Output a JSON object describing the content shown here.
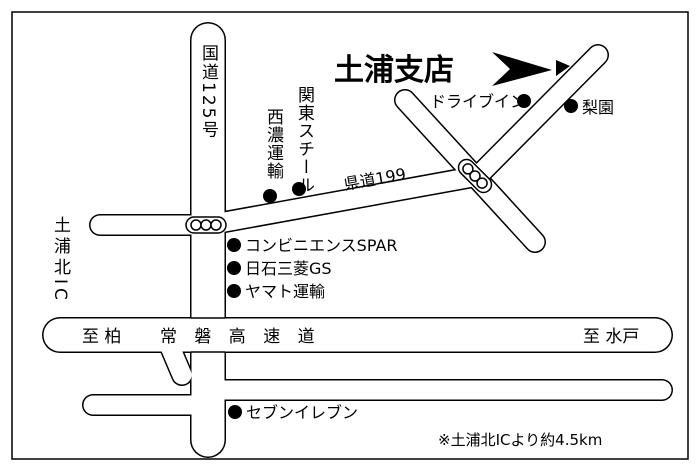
{
  "map": {
    "title": "土浦支店",
    "note": "※土浦北ICより約4.5km",
    "roads": {
      "route125": "国道125号",
      "pref199": "県道199",
      "joban": "常 磐 高 速 道",
      "to_kashiwa": "至 柏",
      "to_mito": "至 水戸",
      "tsuchiura_kita_ic": "土浦北IC"
    },
    "landmarks": {
      "drive_in": "ドライブイン",
      "nashizono": "梨園",
      "nishino_unyu": "西濃運輸",
      "kanto_steel": "関東スチール",
      "convenience": "コンビニエンスSPAR",
      "nisseki": "日石三菱GS",
      "yamato": "ヤマト運輸",
      "seven_eleven": "セブンイレブン"
    },
    "colors": {
      "ink": "#000000",
      "paper": "#ffffff"
    }
  }
}
